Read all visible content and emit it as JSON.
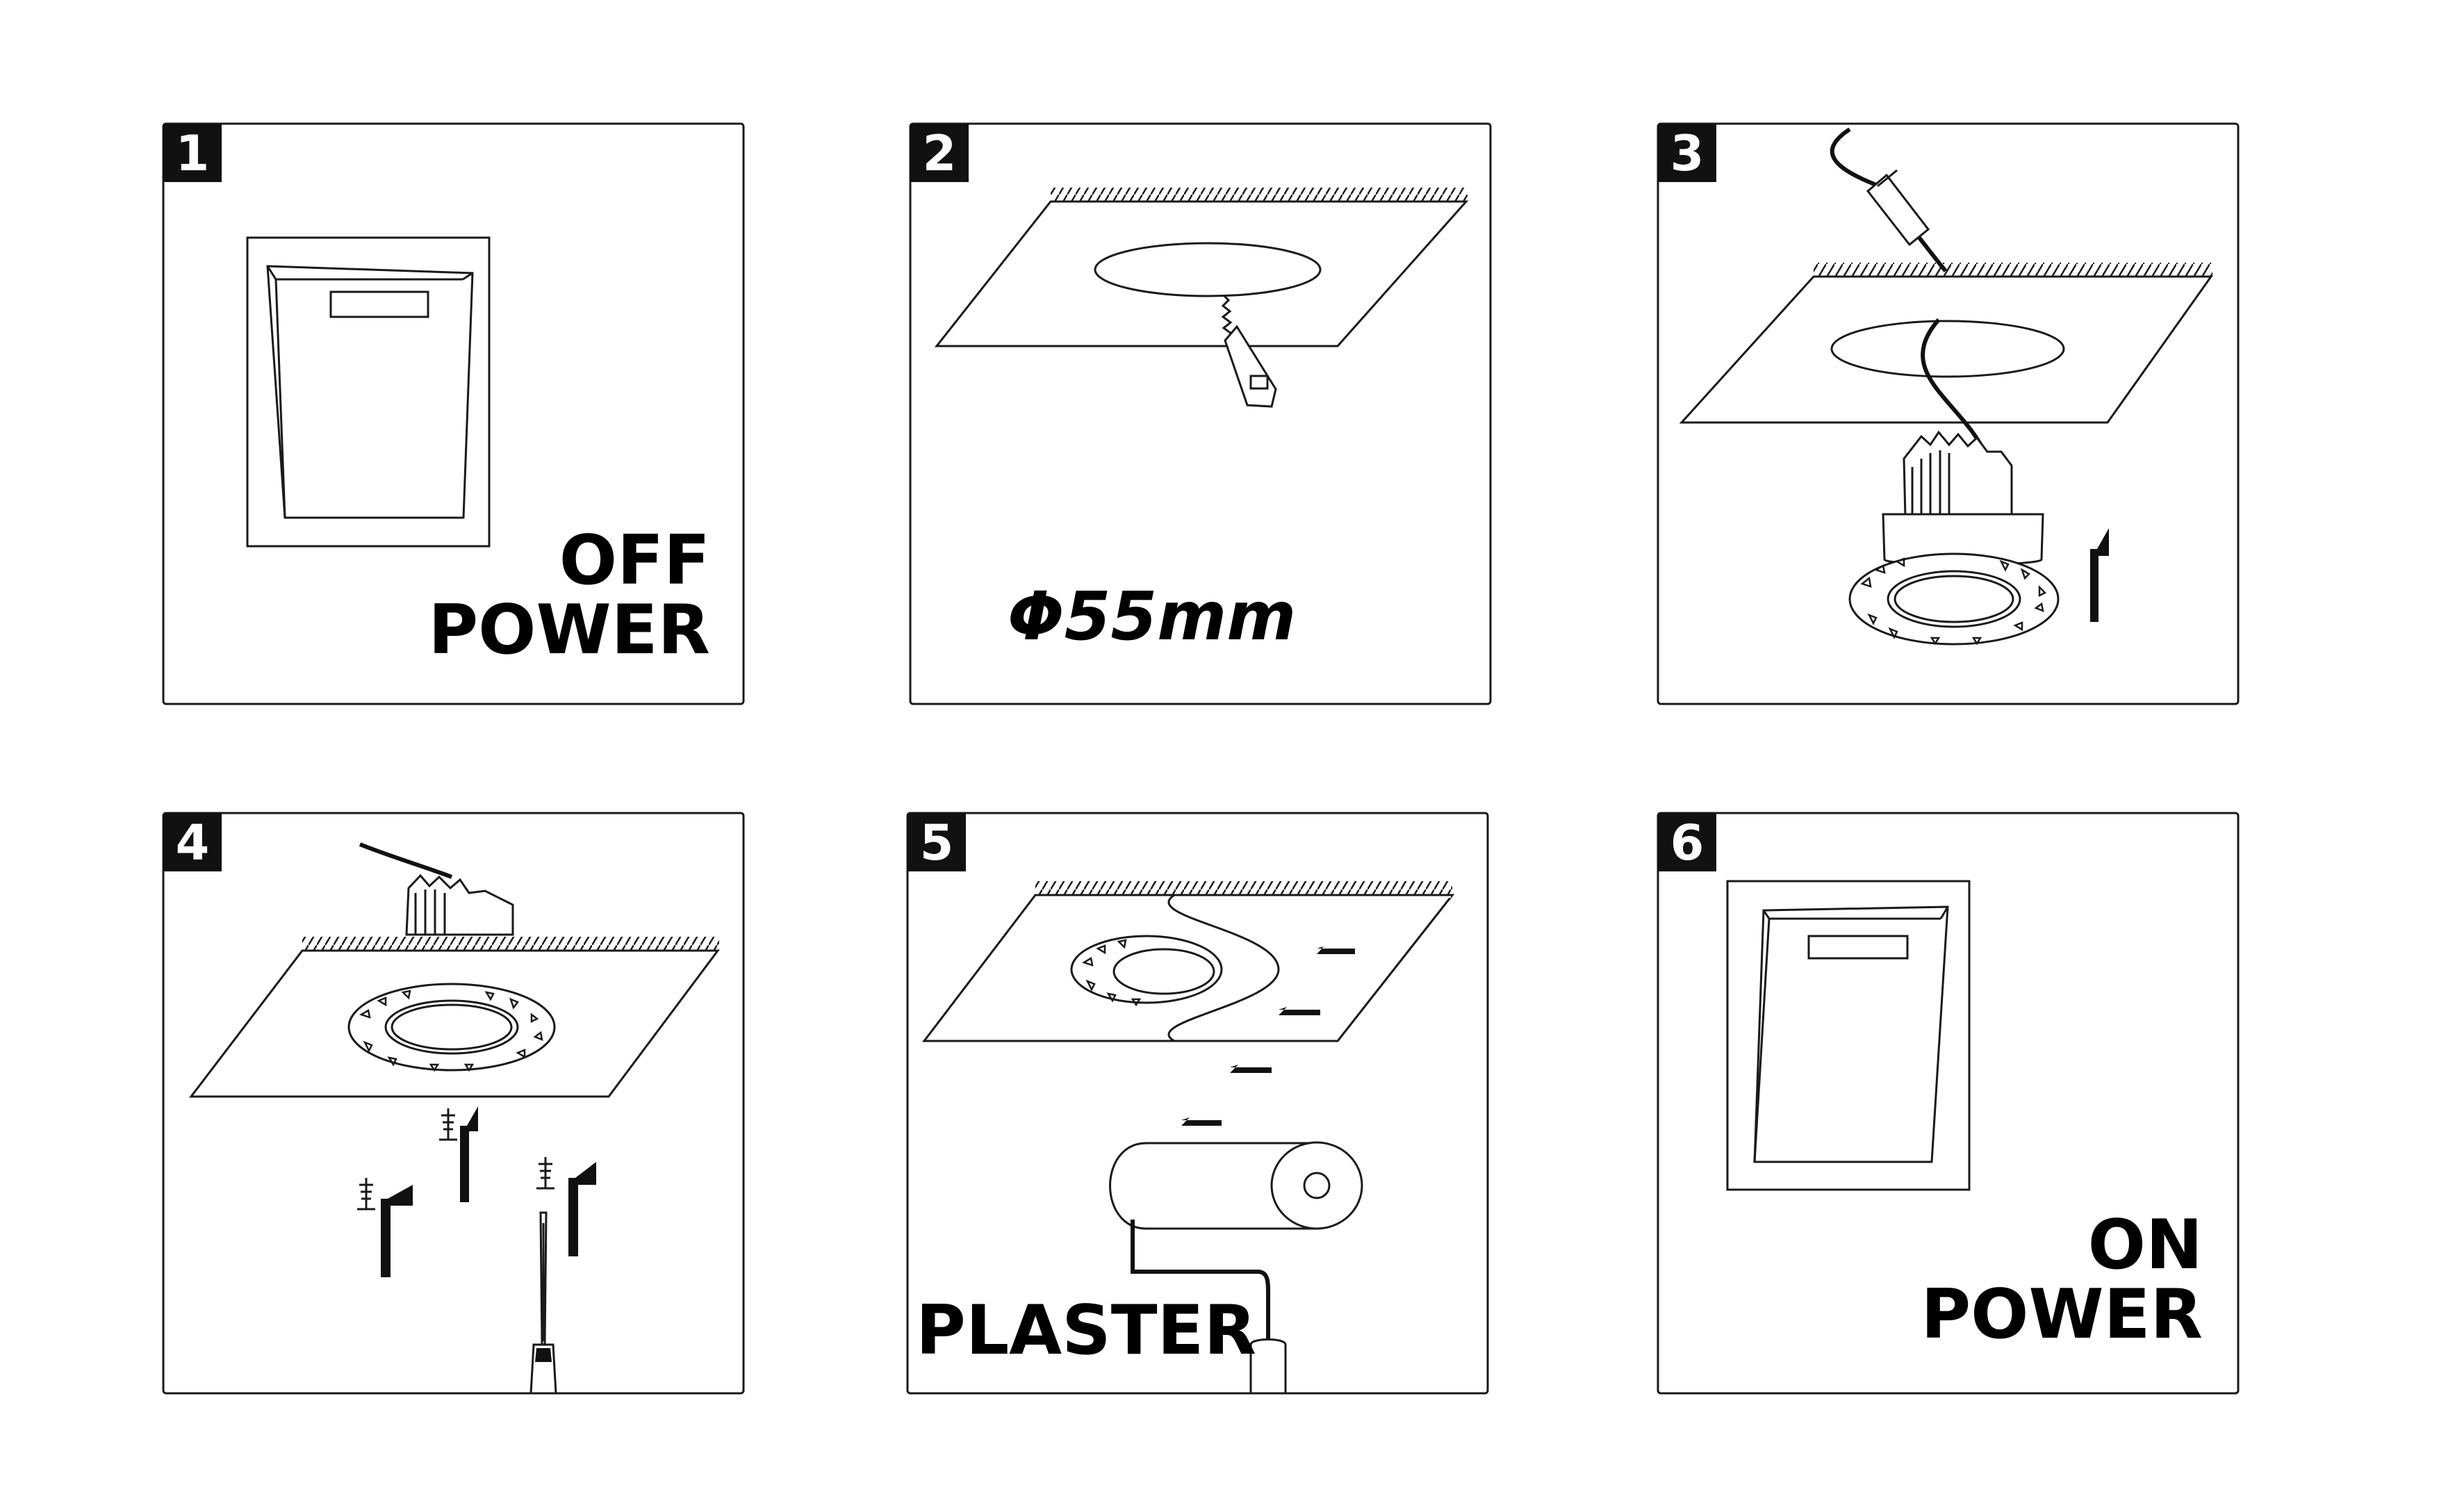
{
  "steps": [
    {
      "number": "1",
      "label_line1": "OFF",
      "label_line2": "POWER"
    },
    {
      "number": "2",
      "label_line1": "Φ55mm"
    },
    {
      "number": "3"
    },
    {
      "number": "4"
    },
    {
      "number": "5",
      "label_line1": "PLASTER"
    },
    {
      "number": "6",
      "label_line1": "ON",
      "label_line2": "POWER"
    }
  ],
  "icons": {
    "switch_off": "wall-switch-off-icon",
    "saw": "hand-saw-icon",
    "driver": "led-driver-icon",
    "downlight": "downlight-module-icon",
    "screw": "drywall-screw-icon",
    "screwdriver": "screwdriver-icon",
    "roller": "paint-roller-icon",
    "switch_on": "wall-switch-on-icon"
  },
  "colors": {
    "ink": "#111111",
    "background": "#ffffff"
  }
}
